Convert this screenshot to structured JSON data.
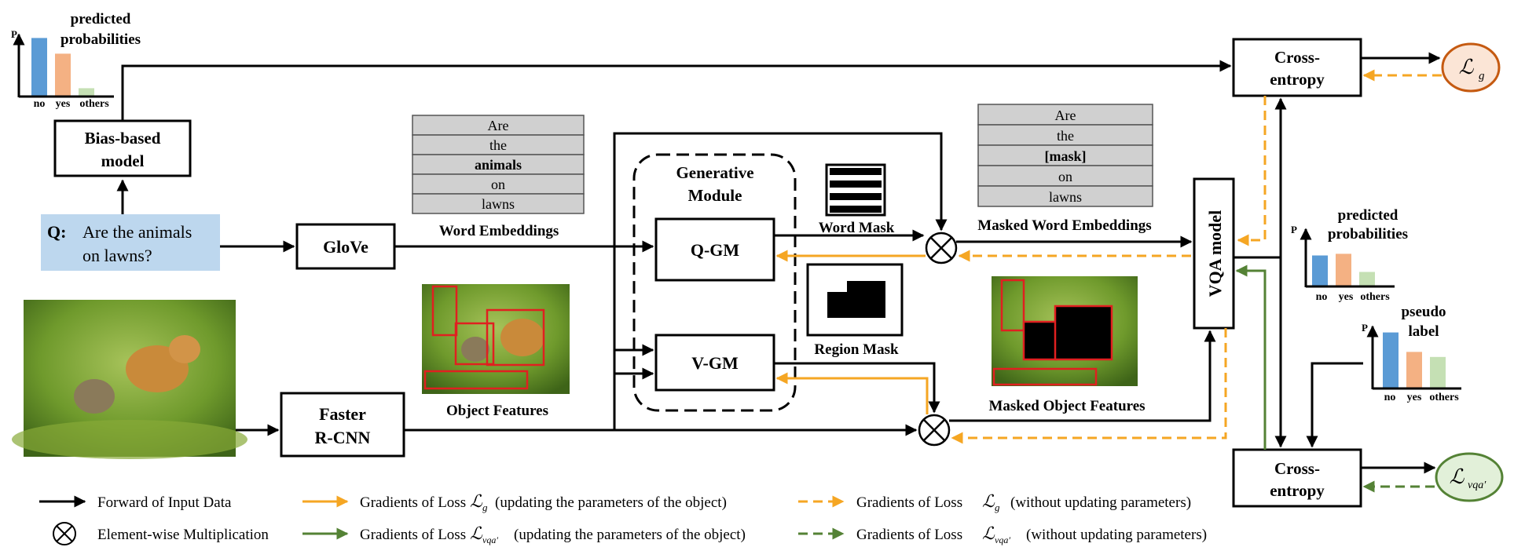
{
  "question": {
    "prefix": "Q:",
    "line1": "Are the animals",
    "line2": "on lawns?"
  },
  "bias_model": {
    "line1": "Bias-based",
    "line2": "model"
  },
  "glove": "GloVe",
  "faster_rcnn": {
    "line1": "Faster",
    "line2": "R-CNN"
  },
  "generative_module": {
    "line1": "Generative",
    "line2": "Module",
    "qgm": "Q-GM",
    "vgm": "V-GM"
  },
  "word_embeddings": {
    "words": [
      "Are",
      "the",
      "animals",
      "on",
      "lawns"
    ],
    "label": "Word Embeddings"
  },
  "masked_word_embeddings": {
    "words": [
      "Are",
      "the",
      "[mask]",
      "on",
      "lawns"
    ],
    "label": "Masked Word Embeddings"
  },
  "word_mask": "Word Mask",
  "region_mask": "Region Mask",
  "object_features": "Object Features",
  "masked_object_features": "Masked Object Features",
  "vqa_model": "VQA model",
  "cross_entropy": {
    "line1": "Cross-",
    "line2": "entropy"
  },
  "loss_g": {
    "main": "ℒ",
    "sub": "g"
  },
  "loss_vqa": {
    "main": "ℒ",
    "sub": "vqa′"
  },
  "bias_chart": {
    "title_line1": "predicted",
    "title_line2": "probabilities",
    "axis": "P",
    "categories": [
      "no",
      "yes",
      "others"
    ],
    "values": [
      0.92,
      0.67,
      0.12
    ],
    "colors": [
      "#5b9bd5",
      "#f4b183",
      "#c5e0b4"
    ]
  },
  "vqa_chart": {
    "title_line1": "predicted",
    "title_line2": "probabilities",
    "axis": "P",
    "categories": [
      "no",
      "yes",
      "others"
    ],
    "values": [
      0.55,
      0.58,
      0.25
    ],
    "colors": [
      "#5b9bd5",
      "#f4b183",
      "#c5e0b4"
    ]
  },
  "pseudo_chart": {
    "title_line1": "pseudo",
    "title_line2": "label",
    "axis": "P",
    "categories": [
      "no",
      "yes",
      "others"
    ],
    "values": [
      0.88,
      0.57,
      0.49
    ],
    "colors": [
      "#5b9bd5",
      "#f4b183",
      "#c5e0b4"
    ]
  },
  "legend": {
    "forward": "Forward of Input Data",
    "multiply": "Element-wise Multiplication",
    "grad_prefix": "Gradients of Loss",
    "update_obj": "(updating the parameters of the object)",
    "no_update": "(without updating parameters)",
    "colors": {
      "forward": "#000000",
      "orange": "#f5a623",
      "green": "#548235"
    }
  }
}
